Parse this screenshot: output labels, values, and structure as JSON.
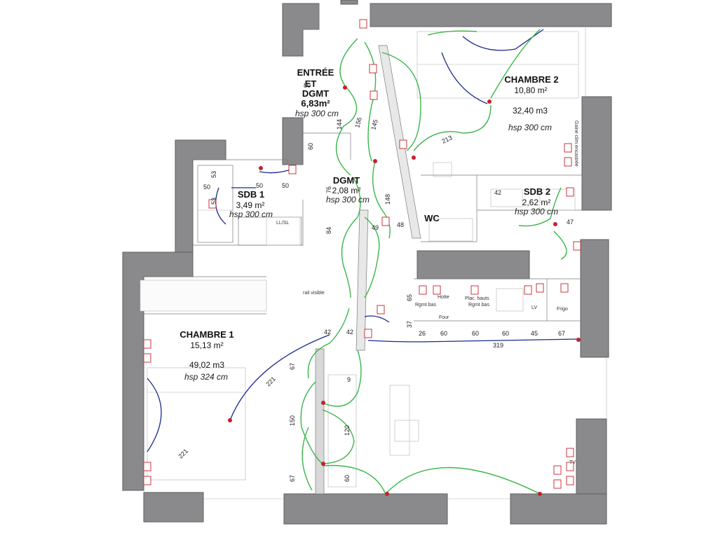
{
  "rooms": {
    "entree": {
      "name_1": "ENTRÉE",
      "name_2": "ET",
      "name_3": "DGMT",
      "area": "6,83m²",
      "hsp": "hsp 300 cm"
    },
    "chambre2": {
      "name": "CHAMBRE 2",
      "area": "10,80 m²",
      "volume": "32,40 m3",
      "hsp": "hsp 300 cm"
    },
    "dgmt": {
      "name": "DGMT",
      "area": "2,08 m²",
      "hsp": "hsp 300 cm"
    },
    "sdb1": {
      "name": "SDB 1",
      "area": "3,49 m²",
      "hsp": "hsp 300 cm"
    },
    "sdb2": {
      "name": "SDB 2",
      "area": "2,62 m²",
      "hsp": "hsp 300 cm"
    },
    "wc": {
      "name": "WC"
    },
    "chambre1": {
      "name": "CHAMBRE 1",
      "area": "15,13 m²",
      "volume": "49,02 m3",
      "hsp": "hsp 324 cm"
    }
  },
  "dimensions": [
    "80",
    "144",
    "156",
    "145",
    "213",
    "60",
    "53",
    "50",
    "50",
    "50",
    "53",
    "76",
    "84",
    "148",
    "49",
    "48",
    "42",
    "47",
    "65",
    "37",
    "26",
    "60",
    "60",
    "60",
    "45",
    "67",
    "319",
    "42",
    "42",
    "221",
    "221",
    "67",
    "150",
    "9",
    "120",
    "67",
    "60"
  ],
  "fixtures": {
    "kitchen_hotte": "Hotte",
    "kitchen_plac_hauts": "Plac. hauts",
    "kitchen_rgmt_bas_1": "Rgmt bas",
    "kitchen_rgmt_bas_2": "Rgmt bas",
    "kitchen_four": "Four",
    "kitchen_lv": "LV",
    "kitchen_frigo": "Frigo",
    "rail_visible": "rail visible",
    "ll_sl": "LL/SL",
    "gaine": "Gaine clim encastrée",
    "tv": "TV"
  },
  "colors": {
    "wall": "#8a8a8d",
    "circuit_green": "#3bb54a",
    "circuit_blue": "#1a2a8c",
    "outlet_red": "#c6202a"
  }
}
